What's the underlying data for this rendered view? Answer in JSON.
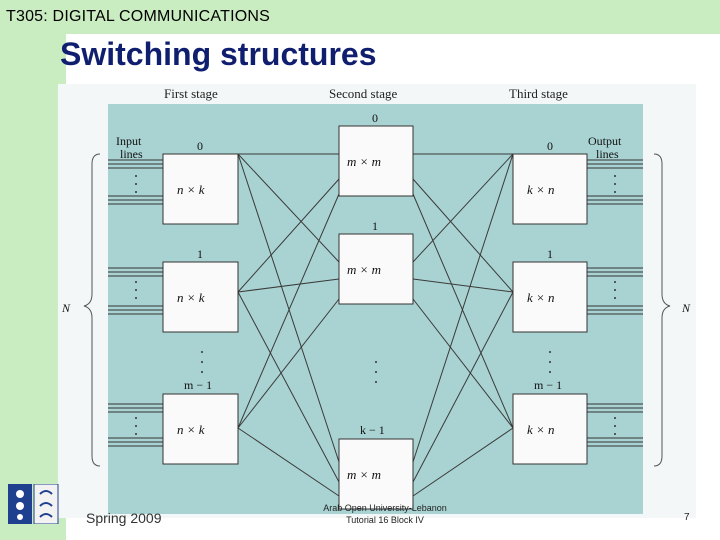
{
  "header": {
    "course": "T305: DIGITAL COMMUNICATIONS"
  },
  "slide": {
    "title": "Switching structures"
  },
  "diagram": {
    "stages": {
      "first": "First stage",
      "second": "Second stage",
      "third": "Third stage"
    },
    "input_label_1": "Input",
    "input_label_2": "lines",
    "output_label_1": "Output",
    "output_label_2": "lines",
    "n_label": "N",
    "first_stage": {
      "box_label": "n × k",
      "indices": [
        "0",
        "1",
        "m − 1"
      ]
    },
    "second_stage": {
      "box_label": "m × m",
      "indices": [
        "0",
        "1",
        "k − 1"
      ]
    },
    "third_stage": {
      "box_label": "k × n",
      "indices": [
        "0",
        "1",
        "m − 1"
      ]
    }
  },
  "footer": {
    "date": "Spring 2009",
    "center_line1": "Arab Open University-Lebanon",
    "center_line2": "Tutorial 16 Block IV",
    "page": "7"
  },
  "colors": {
    "header_bg": "#c9ecc0",
    "title": "#0f1e6e",
    "diagram_bg": "#a9d3d2"
  }
}
